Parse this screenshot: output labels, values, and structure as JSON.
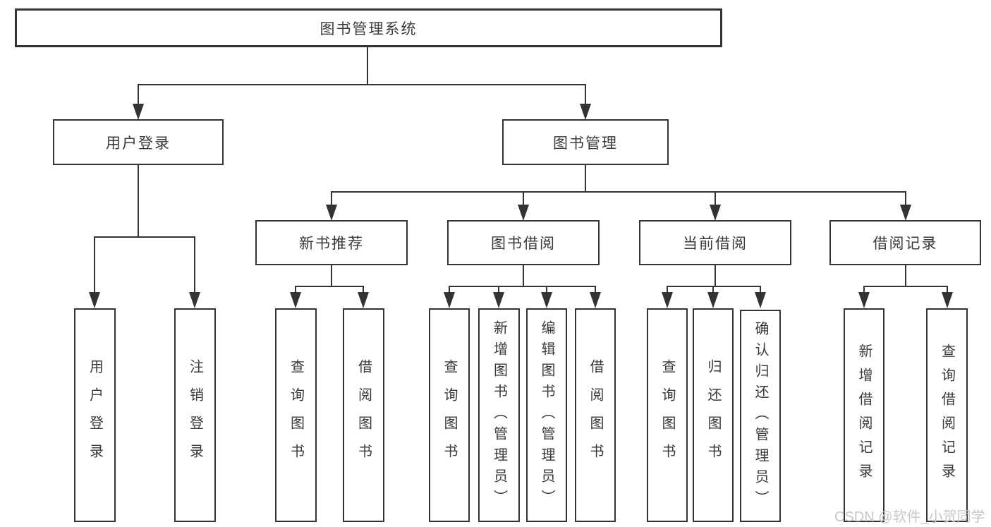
{
  "colors": {
    "line": "#333333",
    "text": "#3a3a3a",
    "background": "#ffffff",
    "watermark": "#c8c8c8"
  },
  "tree": {
    "root": {
      "label": "图书管理系统"
    },
    "branches": [
      {
        "label": "用户登录",
        "children": [
          {
            "label": "用户登录"
          },
          {
            "label": "注销登录"
          }
        ]
      },
      {
        "label": "图书管理",
        "children": [
          {
            "label": "新书推荐",
            "children": [
              {
                "label": "查询图书"
              },
              {
                "label": "借阅图书"
              }
            ]
          },
          {
            "label": "图书借阅",
            "children": [
              {
                "label": "查询图书"
              },
              {
                "label": "新增图书（管理员）"
              },
              {
                "label": "编辑图书（管理员）"
              },
              {
                "label": "借阅图书"
              }
            ]
          },
          {
            "label": "当前借阅",
            "children": [
              {
                "label": "查询图书"
              },
              {
                "label": "归还图书"
              },
              {
                "label": "确认归还（管理员）"
              }
            ]
          },
          {
            "label": "借阅记录",
            "children": [
              {
                "label": "新增借阅记录"
              },
              {
                "label": "查询借阅记录"
              }
            ]
          }
        ]
      }
    ]
  },
  "watermark": {
    "text": "CSDN @软件_小贺同学"
  }
}
